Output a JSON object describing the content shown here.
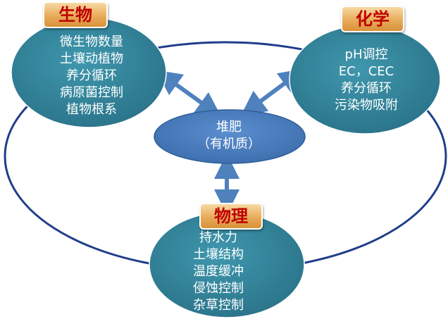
{
  "biology": {
    "tag": "生物",
    "items": [
      "微生物数量",
      "土壤动植物",
      "养分循环",
      "病原菌控制",
      "植物根系"
    ]
  },
  "chemistry": {
    "tag": "化学",
    "items": [
      "pH调控",
      "EC，CEC",
      "养分循环",
      "污染物吸附"
    ]
  },
  "physics": {
    "tag": "物理",
    "items": [
      "持水力",
      "土壤结构",
      "温度缓冲",
      "侵蚀控制",
      "杂草控制"
    ]
  },
  "center": {
    "line1": "堆肥",
    "line2": "（有机质）"
  },
  "colors": {
    "node_fill": "#31849b",
    "center_fill": "#4f81bd",
    "ring_stroke": "#1f3d8a",
    "arrow": "#4f81bd",
    "tag_text": "#c00000"
  }
}
